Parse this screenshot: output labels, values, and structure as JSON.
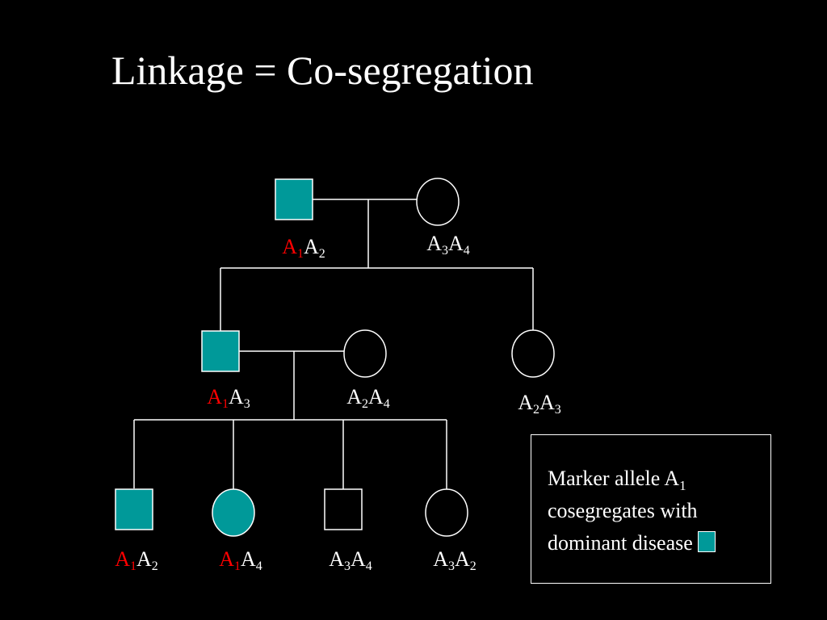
{
  "title": "Linkage = Co-segregation",
  "colors": {
    "background": "#000000",
    "affected_fill": "#009999",
    "line": "#ffffff",
    "marker_allele": "#ff0000",
    "text": "#ffffff"
  },
  "pedigree": {
    "individuals": [
      {
        "id": "I-1",
        "sex": "male",
        "affected": true,
        "genotype": [
          {
            "allele": "A",
            "sub": "1",
            "highlight": true
          },
          {
            "allele": "A",
            "sub": "2",
            "highlight": false
          }
        ]
      },
      {
        "id": "I-2",
        "sex": "female",
        "affected": false,
        "genotype": [
          {
            "allele": "A",
            "sub": "3",
            "highlight": false
          },
          {
            "allele": "A",
            "sub": "4",
            "highlight": false
          }
        ]
      },
      {
        "id": "II-1",
        "sex": "male",
        "affected": true,
        "genotype": [
          {
            "allele": "A",
            "sub": "1",
            "highlight": true
          },
          {
            "allele": "A",
            "sub": "3",
            "highlight": false
          }
        ]
      },
      {
        "id": "II-2",
        "sex": "female",
        "affected": false,
        "genotype": [
          {
            "allele": "A",
            "sub": "2",
            "highlight": false
          },
          {
            "allele": "A",
            "sub": "4",
            "highlight": false
          }
        ]
      },
      {
        "id": "II-3",
        "sex": "female",
        "affected": false,
        "genotype": [
          {
            "allele": "A",
            "sub": "2",
            "highlight": false
          },
          {
            "allele": "A",
            "sub": "3",
            "highlight": false
          }
        ]
      },
      {
        "id": "III-1",
        "sex": "male",
        "affected": true,
        "genotype": [
          {
            "allele": "A",
            "sub": "1",
            "highlight": true
          },
          {
            "allele": "A",
            "sub": "2",
            "highlight": false
          }
        ]
      },
      {
        "id": "III-2",
        "sex": "female",
        "affected": true,
        "genotype": [
          {
            "allele": "A",
            "sub": "1",
            "highlight": true
          },
          {
            "allele": "A",
            "sub": "4",
            "highlight": false
          }
        ]
      },
      {
        "id": "III-3",
        "sex": "male",
        "affected": false,
        "genotype": [
          {
            "allele": "A",
            "sub": "3",
            "highlight": false
          },
          {
            "allele": "A",
            "sub": "4",
            "highlight": false
          }
        ]
      },
      {
        "id": "III-4",
        "sex": "female",
        "affected": false,
        "genotype": [
          {
            "allele": "A",
            "sub": "3",
            "highlight": false
          },
          {
            "allele": "A",
            "sub": "2",
            "highlight": false
          }
        ]
      }
    ]
  },
  "legend": {
    "line1_text": "Marker allele A",
    "line1_sub": "1",
    "line2": "cosegregates with",
    "line3": "dominant disease"
  }
}
